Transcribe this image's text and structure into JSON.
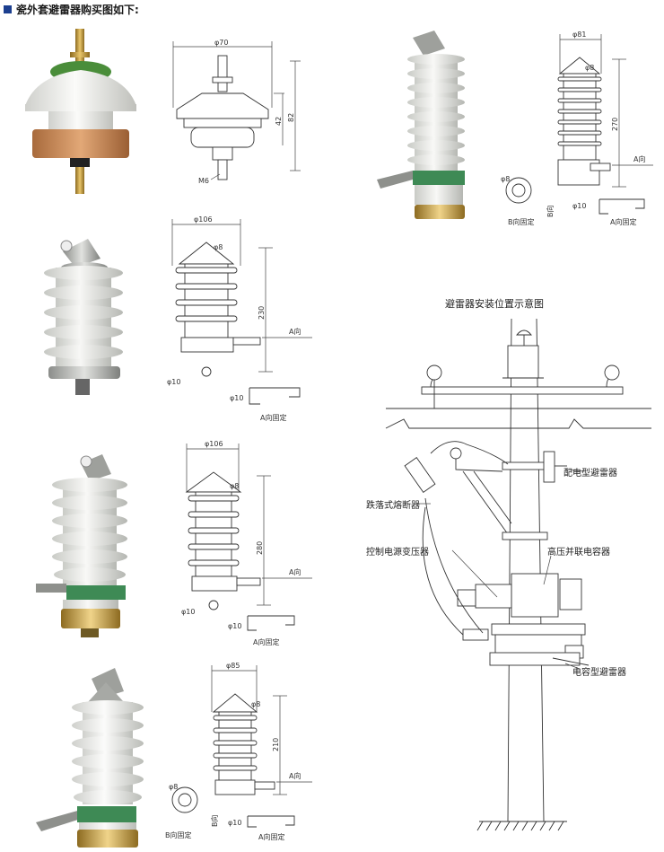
{
  "header": {
    "title": "瓷外套避雷器购买图如下:"
  },
  "product1": {
    "dia": "φ70",
    "h1": "42",
    "h2": "82",
    "bolt": "M6"
  },
  "product2": {
    "dia": "φ106",
    "hole": "φ8",
    "height": "230",
    "dir": "A向",
    "d10a": "φ10",
    "d10b": "φ10",
    "fix": "A向固定"
  },
  "product3": {
    "dia": "φ106",
    "hole": "φ8",
    "height": "280",
    "dir": "A向",
    "d10a": "φ10",
    "d10b": "φ10",
    "fix": "A向固定"
  },
  "product4": {
    "dia": "φ85",
    "hole": "φ8",
    "height": "210",
    "dir": "A向",
    "d10": "φ10",
    "bdir": "B向",
    "bfix": "B向固定",
    "afix": "A向固定",
    "d8": "φ8"
  },
  "product5": {
    "dia": "φ81",
    "hole": "φ8",
    "height": "270",
    "dir": "A向",
    "d10": "φ10",
    "bdir": "B向",
    "bfix": "B向固定",
    "afix": "A向固定",
    "d8": "φ8"
  },
  "diagram": {
    "title": "避雷器安装位置示意图",
    "l1": "配电型避雷器",
    "l2": "跌落式熔断器",
    "l3": "控制电源变压器",
    "l4": "高压并联电容器",
    "l5": "电容型避雷器"
  },
  "colors": {
    "porcelain": "#e6e7e4",
    "shade": "#b9bbb6",
    "brass": "#c9a04a",
    "copper": "#c98d5b",
    "label": "#3e8a55",
    "accent": "#1c3f8f"
  }
}
